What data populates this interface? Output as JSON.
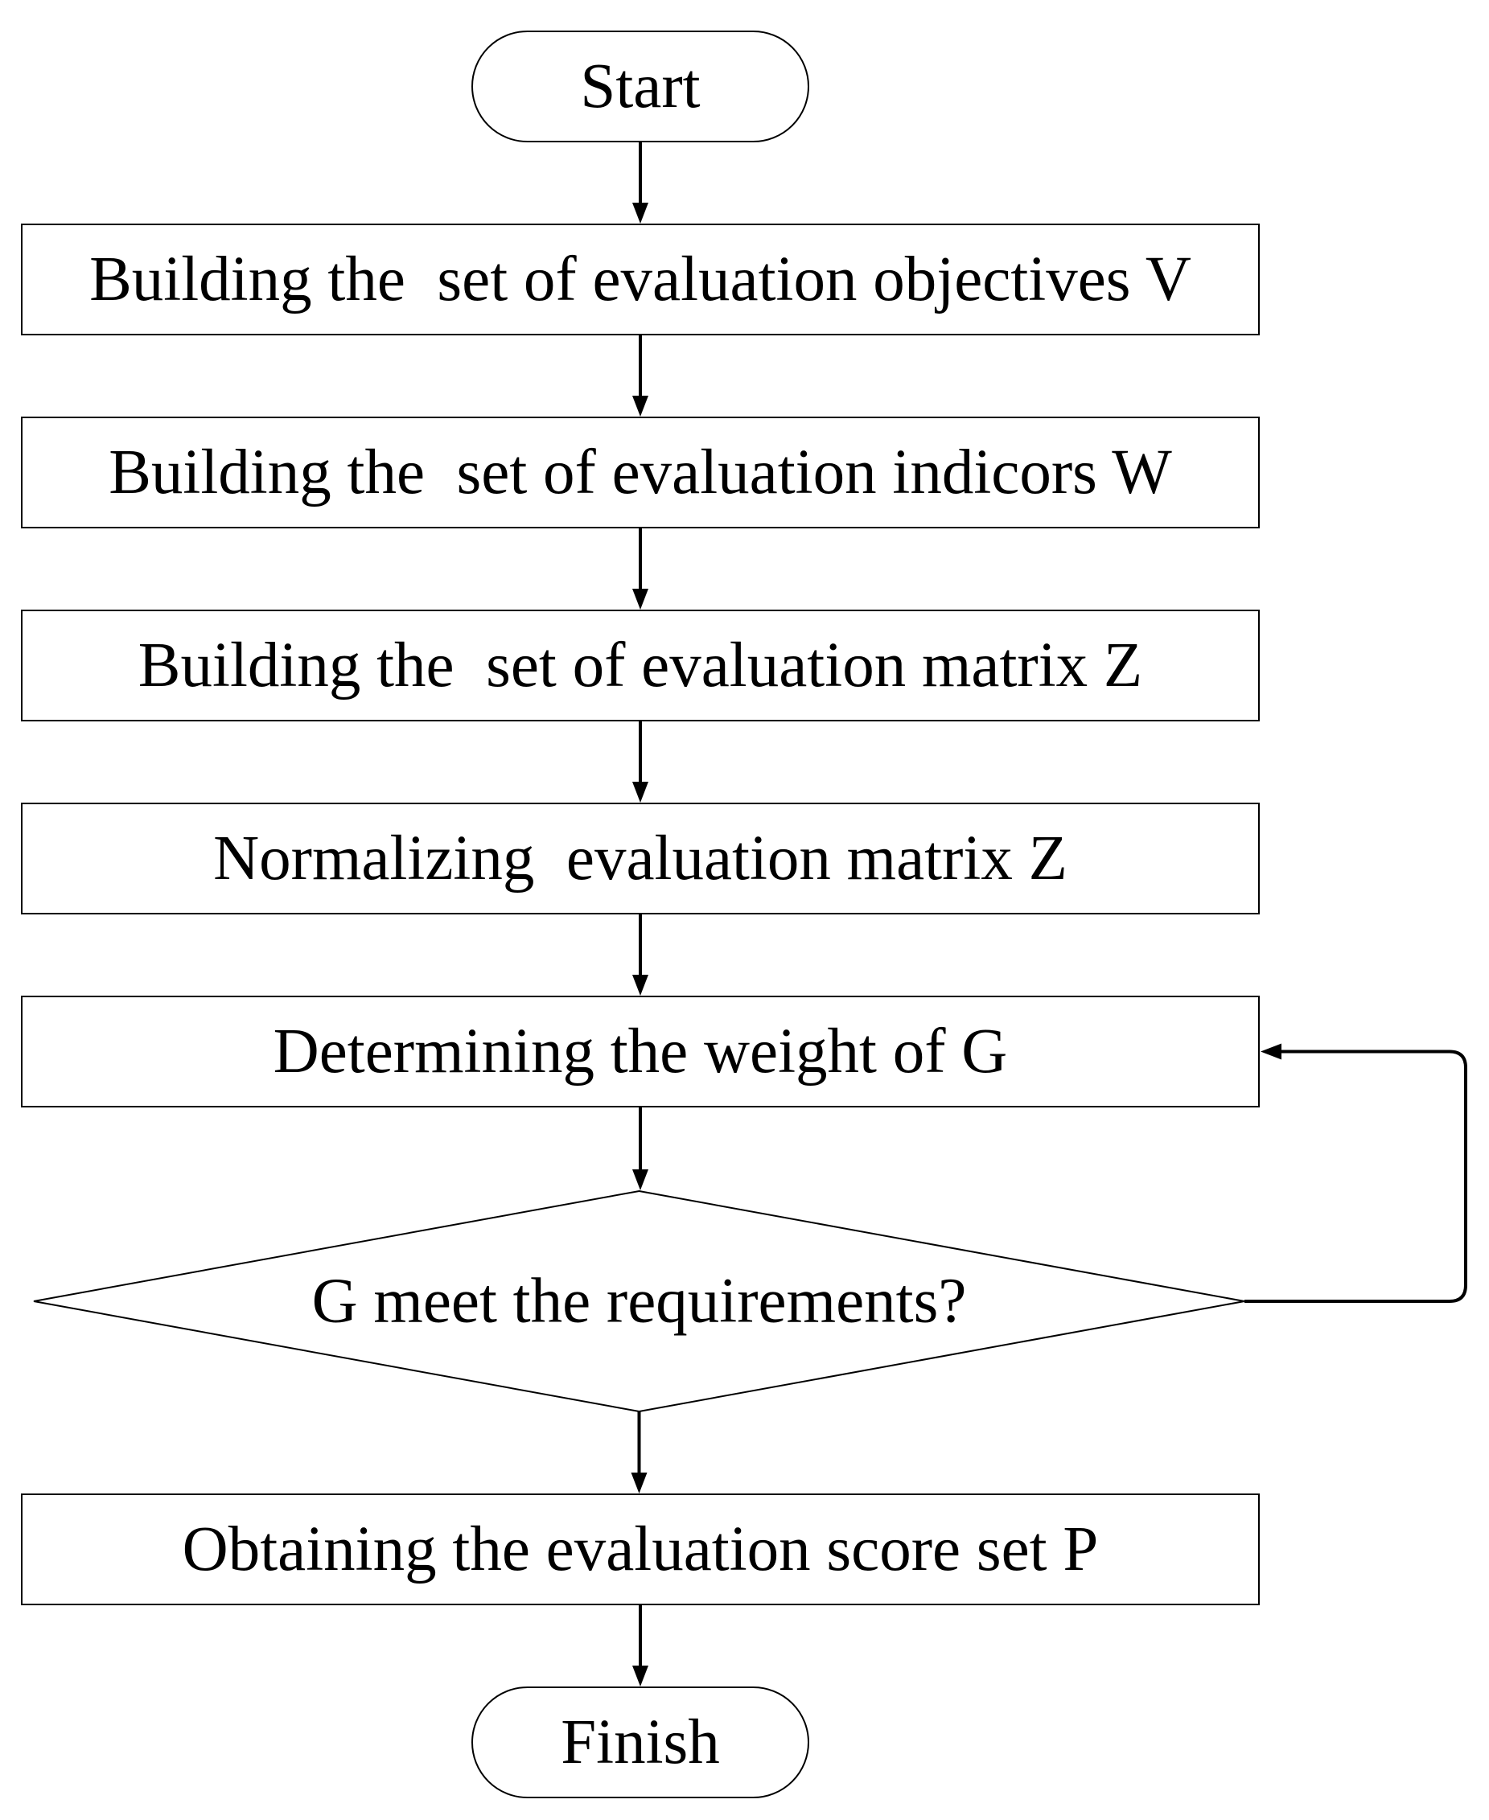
{
  "diagram": {
    "type": "flowchart",
    "nodes": [
      {
        "id": "start",
        "shape": "terminal",
        "label": "Start"
      },
      {
        "id": "objectives",
        "shape": "process",
        "label": "Building the  set of evaluation objectives V"
      },
      {
        "id": "indicators",
        "shape": "process",
        "label": "Building the  set of evaluation indicors W"
      },
      {
        "id": "matrix",
        "shape": "process",
        "label": "Building the  set of evaluation matrix Z"
      },
      {
        "id": "normalize",
        "shape": "process",
        "label": "Normalizing  evaluation matrix Z"
      },
      {
        "id": "weight",
        "shape": "process",
        "label": "Determining the weight of G"
      },
      {
        "id": "check",
        "shape": "decision",
        "label": "G meet the requirements?"
      },
      {
        "id": "score",
        "shape": "process",
        "label": "Obtaining the evaluation score set P"
      },
      {
        "id": "finish",
        "shape": "terminal",
        "label": "Finish"
      }
    ],
    "edges": [
      {
        "from": "start",
        "to": "objectives"
      },
      {
        "from": "objectives",
        "to": "indicators"
      },
      {
        "from": "indicators",
        "to": "matrix"
      },
      {
        "from": "matrix",
        "to": "normalize"
      },
      {
        "from": "normalize",
        "to": "weight"
      },
      {
        "from": "weight",
        "to": "check"
      },
      {
        "from": "check",
        "to": "weight",
        "route": "loop-right"
      },
      {
        "from": "check",
        "to": "score"
      },
      {
        "from": "score",
        "to": "finish"
      }
    ]
  }
}
